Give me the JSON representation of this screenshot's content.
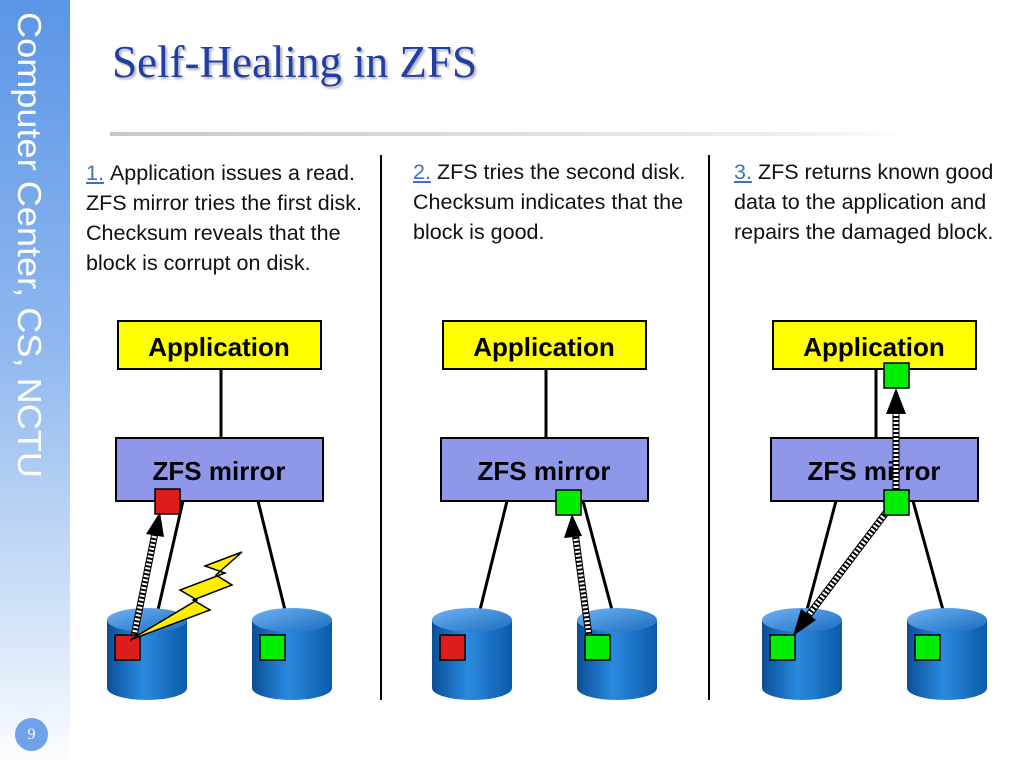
{
  "slide": {
    "title": "Self-Healing in ZFS",
    "sidebar_text": "Computer Center, CS, NCTU",
    "page_number": "9"
  },
  "steps": [
    {
      "number": "1.",
      "text": "Application issues a read. ZFS mirror tries the first disk. Checksum reveals that the block is corrupt on disk."
    },
    {
      "number": "2.",
      "text": "ZFS tries the second disk. Checksum indicates that the block is good."
    },
    {
      "number": "3.",
      "text": "ZFS returns known good data to the application and repairs the damaged block."
    }
  ],
  "diagram": {
    "application_label": "Application",
    "mirror_label": "ZFS mirror",
    "colors": {
      "application_fill": "#ffff00",
      "mirror_fill": "#8f98e8",
      "disk_fill": "#1c74c6",
      "good_block": "#00ee00",
      "bad_block": "#dd1c1c",
      "lightning": "#ffee00"
    },
    "panels": [
      {
        "disk1_block": "bad",
        "disk2_block": "good",
        "mirror_block": "bad",
        "application_block": "none"
      },
      {
        "disk1_block": "bad",
        "disk2_block": "good",
        "mirror_block": "good",
        "application_block": "none"
      },
      {
        "disk1_block": "good",
        "disk2_block": "good",
        "mirror_block": "good",
        "application_block": "good"
      }
    ]
  }
}
